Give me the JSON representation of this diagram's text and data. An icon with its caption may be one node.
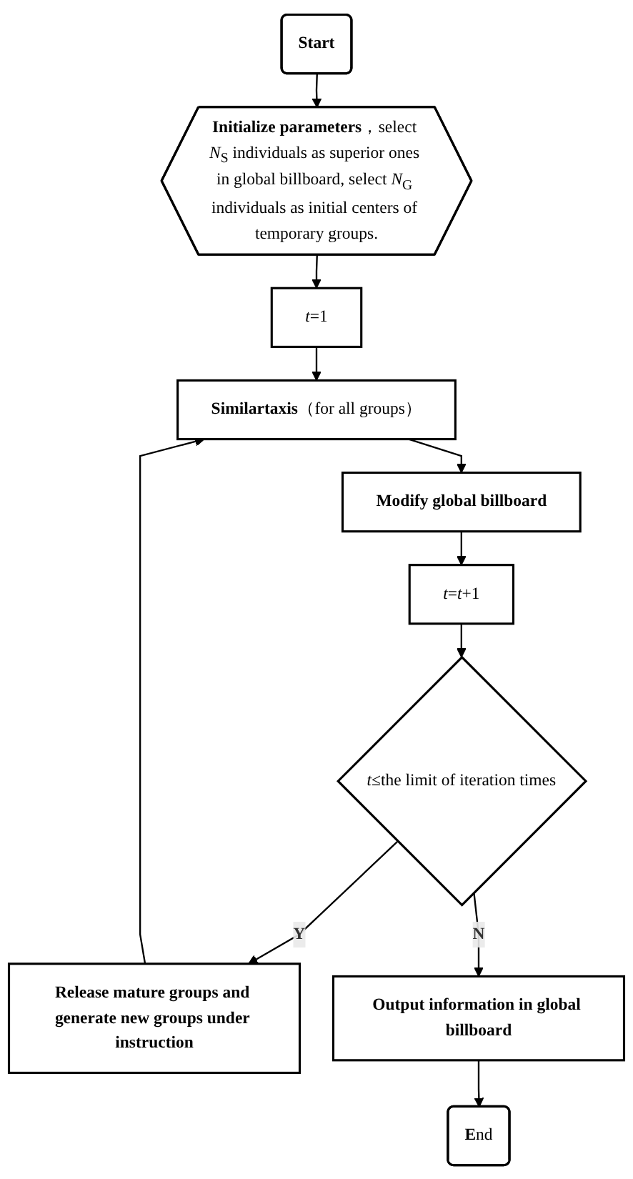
{
  "diagram": {
    "nodes": [
      {
        "text": [
          "**Start**"
        ]
      },
      {
        "text": [
          "**Initialize parameters**，select *N*$_{S}$ individuals as superior ones in global billboard, select *N*$_{G}$ individuals as initial centers of temporary groups."
        ]
      },
      {
        "text": [
          "*t*=1"
        ]
      },
      {
        "text": [
          "**Similartaxis**（for all groups）"
        ]
      },
      {
        "text": [
          "Modify global billboard"
        ]
      },
      {
        "text": [
          "*t*=*t*+1"
        ]
      },
      {
        "text": [
          "*t*≤the limit of iteration times"
        ]
      },
      {
        "text": [
          "Release mature groups and generate new groups under instruction"
        ]
      },
      {
        "text": [
          "Output information in global billboard"
        ]
      },
      {
        "text": [
          "**E**nd"
        ]
      }
    ],
    "edges": [
      {
        "from": 0,
        "to": 1,
        "arrow": "to"
      },
      {
        "from": 1,
        "to": 2,
        "arrow": "to"
      },
      {
        "from": 2,
        "to": 3,
        "arrow": "to"
      },
      {
        "from": 3,
        "to": 4,
        "arrow": "to"
      },
      {
        "from": 4,
        "to": 5,
        "arrow": "to"
      },
      {
        "from": 5,
        "to": 6,
        "arrow": "to"
      },
      {
        "from": 6,
        "to": 7,
        "label": "Y",
        "arrow": "to"
      },
      {
        "from": 7,
        "to": 3,
        "arrow": "to"
      },
      {
        "from": 6,
        "to": 8,
        "label": "N",
        "arrow": "to"
      },
      {
        "from": 8,
        "to": 9,
        "arrow": "to"
      }
    ]
  }
}
